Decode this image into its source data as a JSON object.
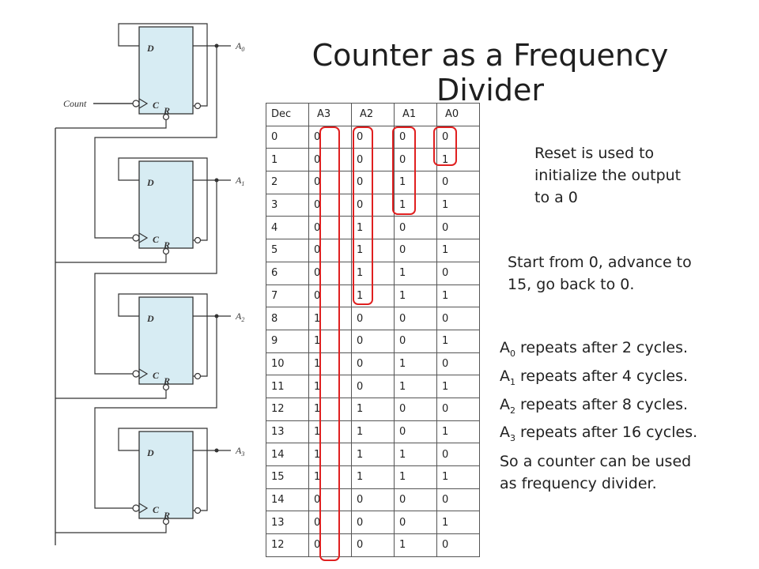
{
  "title_line1": "Counter as a Frequency",
  "title_line2": "Divider",
  "circuit": {
    "count_label": "Count",
    "d_label": "D",
    "c_label": "C",
    "r_label": "R",
    "outputs": [
      "A",
      "A",
      "A",
      "A"
    ],
    "output_subs": [
      "0",
      "1",
      "2",
      "3"
    ]
  },
  "table": {
    "headers": [
      "Dec",
      "A3",
      "A2",
      "A1",
      "A0"
    ],
    "rows": [
      [
        "0",
        "0",
        "0",
        "0",
        "0"
      ],
      [
        "1",
        "0",
        "0",
        "0",
        "1"
      ],
      [
        "2",
        "0",
        "0",
        "1",
        "0"
      ],
      [
        "3",
        "0",
        "0",
        "1",
        "1"
      ],
      [
        "4",
        "0",
        "1",
        "0",
        "0"
      ],
      [
        "5",
        "0",
        "1",
        "0",
        "1"
      ],
      [
        "6",
        "0",
        "1",
        "1",
        "0"
      ],
      [
        "7",
        "0",
        "1",
        "1",
        "1"
      ],
      [
        "8",
        "1",
        "0",
        "0",
        "0"
      ],
      [
        "9",
        "1",
        "0",
        "0",
        "1"
      ],
      [
        "10",
        "1",
        "0",
        "1",
        "0"
      ],
      [
        "11",
        "1",
        "0",
        "1",
        "1"
      ],
      [
        "12",
        "1",
        "1",
        "0",
        "0"
      ],
      [
        "13",
        "1",
        "1",
        "0",
        "1"
      ],
      [
        "14",
        "1",
        "1",
        "1",
        "0"
      ],
      [
        "15",
        "1",
        "1",
        "1",
        "1"
      ],
      [
        "14",
        "0",
        "0",
        "0",
        "0"
      ],
      [
        "13",
        "0",
        "0",
        "0",
        "1"
      ],
      [
        "12",
        "0",
        "0",
        "1",
        "0"
      ]
    ]
  },
  "notes": {
    "reset": [
      "Reset is used to",
      "initialize the output",
      "to a 0"
    ],
    "start": [
      "Start from 0, advance to",
      "15, go back to 0."
    ],
    "repeats": [
      {
        "sym": "A",
        "sub": "0",
        "text": " repeats after 2 cycles."
      },
      {
        "sym": "A",
        "sub": "1",
        "text": " repeats after 4 cycles."
      },
      {
        "sym": "A",
        "sub": "2",
        "text": " repeats after 8 cycles."
      },
      {
        "sym": "A",
        "sub": "3",
        "text": " repeats after 16 cycles."
      }
    ],
    "conclusion": [
      "So a counter can be used",
      "as frequency divider."
    ]
  },
  "colors": {
    "highlight": "#e02020",
    "wire": "#333333",
    "ff_fill": "#d7ecf3"
  }
}
